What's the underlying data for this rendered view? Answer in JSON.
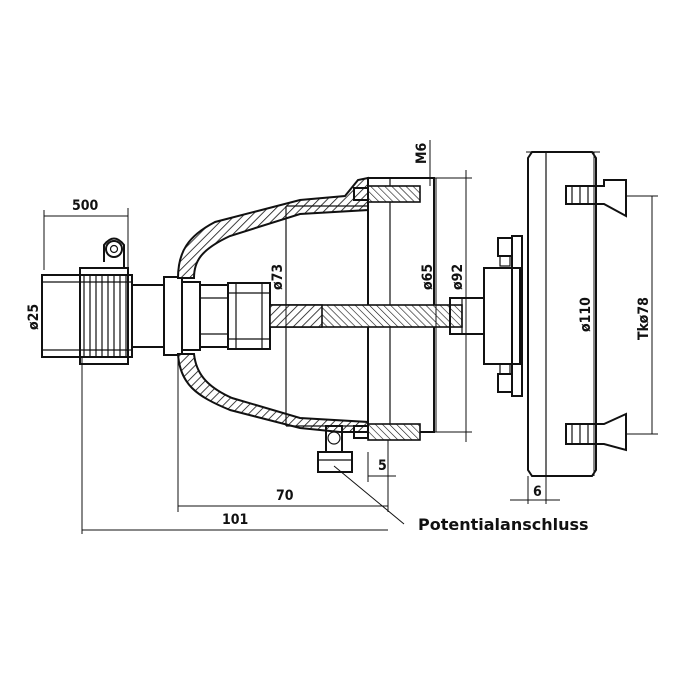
{
  "dimensions": {
    "d500": "500",
    "d25": "ø25",
    "d73": "ø73",
    "d65": "ø65",
    "d92": "ø92",
    "m6": "M6",
    "d110": "ø110",
    "tk78": "Tkø78",
    "d70": "70",
    "d101": "101",
    "d5": "5",
    "d6": "6"
  },
  "labels": {
    "potential": "Potentialanschluss"
  }
}
